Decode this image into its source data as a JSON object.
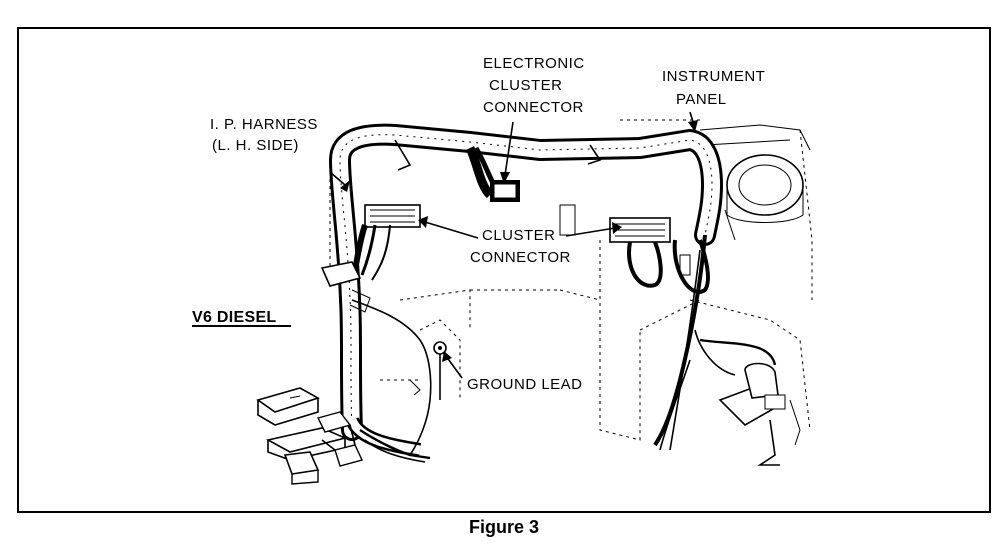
{
  "labels": {
    "ip_harness_line1": "I. P. HARNESS",
    "ip_harness_line2": "(L. H. SIDE)",
    "electronic_cluster_line1": "ELECTRONIC",
    "electronic_cluster_line2": "CLUSTER",
    "electronic_cluster_line3": "CONNECTOR",
    "instrument_panel_line1": "INSTRUMENT",
    "instrument_panel_line2": "PANEL",
    "cluster_connector_line1": "CLUSTER",
    "cluster_connector_line2": "CONNECTOR",
    "engine_variant": "V6 DIESEL",
    "ground_lead": "GROUND LEAD"
  },
  "caption": "Figure 3"
}
